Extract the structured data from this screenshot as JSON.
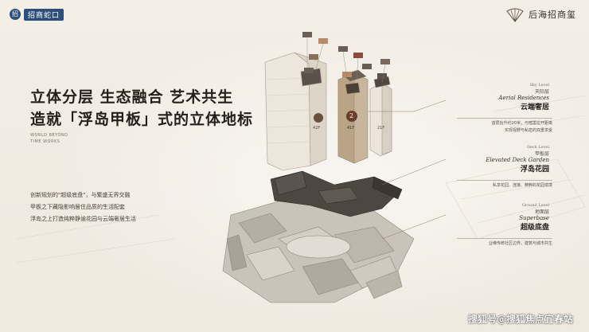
{
  "brand_left": {
    "mark": "招",
    "label": "招商蛇口"
  },
  "brand_right": {
    "name": "后海招商玺",
    "subline": ""
  },
  "headline": {
    "line1": "立体分层 生态融合 艺术共生",
    "line2": "造就「浮岛甲板」式的立体地标"
  },
  "subhead": {
    "line1": "WORLD BEYOND",
    "line2": "TIME WORKS"
  },
  "body_copy": [
    "创新规划的\"超级底盘\"，与繁盛无界交融",
    "甲板之下藏隐影响居住品质的生活配套",
    "浮岛之上打造纯粹静谧花园与云端奢居生活"
  ],
  "sky_level": {
    "en_level": "Sky Level",
    "cn_level": "天际层",
    "en_name": "Aerial Residences",
    "cn_name": "云端奢居",
    "desc": [
      "首层抬升约20米，与喧嚣拉开距离",
      "实现视野与私密的双重享受"
    ]
  },
  "deck_level": {
    "en_level": "Deck Level",
    "cn_level": "甲板层",
    "en_name": "Elevated Deck Garden",
    "cn_name": "浮岛花园",
    "desc": [
      "私享花园、连接、精粹的花园造境"
    ]
  },
  "ground_level": {
    "en_level": "Ground Level",
    "cn_level": "地面层",
    "en_name": "Superbase",
    "cn_name": "超级底盘",
    "desc": [
      "业维传统社区边界，建筑与城市共生"
    ]
  },
  "towers": [
    {
      "label": "42F",
      "number": ""
    },
    {
      "label": "41F",
      "number": "2"
    },
    {
      "label": "21F",
      "number": ""
    }
  ],
  "watermark": "搜狐号@搜狐焦点宜春站",
  "colors": {
    "background": "#f1ece3",
    "brand_blue": "#2e4f7a",
    "tower_tan": "#c8b69c",
    "deck_dark": "#4a443f",
    "base_gray": "#b9b3a9"
  }
}
